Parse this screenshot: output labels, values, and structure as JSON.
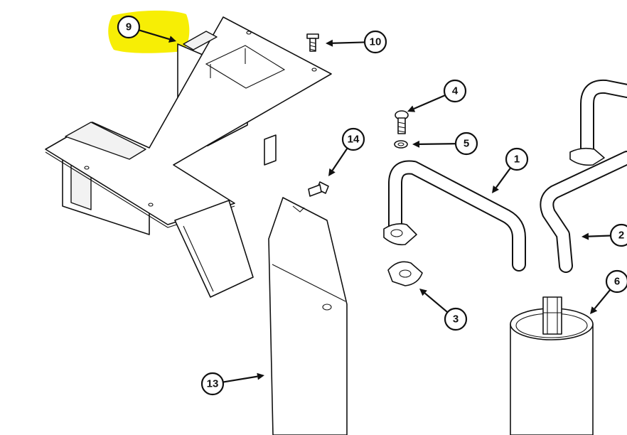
{
  "highlight_color": "#f7ee05",
  "line_color": "#111111",
  "callouts": [
    {
      "label": "9",
      "part": "frame-bracket",
      "highlighted": true
    },
    {
      "label": "10",
      "part": "screw"
    },
    {
      "label": "4",
      "part": "screw"
    },
    {
      "label": "5",
      "part": "washer"
    },
    {
      "label": "14",
      "part": "screw"
    },
    {
      "label": "1",
      "part": "tube"
    },
    {
      "label": "2",
      "part": "tube"
    },
    {
      "label": "3",
      "part": "gasket"
    },
    {
      "label": "6",
      "part": "canister"
    },
    {
      "label": "13",
      "part": "panel"
    }
  ]
}
